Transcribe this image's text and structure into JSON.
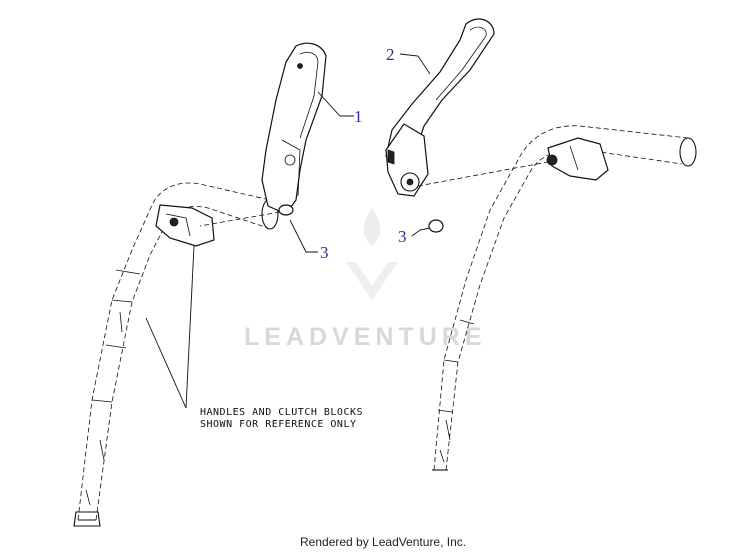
{
  "diagram": {
    "callouts": [
      {
        "id": "1",
        "label": "1"
      },
      {
        "id": "2",
        "label": "2"
      },
      {
        "id": "3a",
        "label": "3"
      },
      {
        "id": "3b",
        "label": "3"
      }
    ],
    "note_line1": "HANDLES AND CLUTCH BLOCKS",
    "note_line2": "SHOWN FOR REFERENCE ONLY",
    "watermark": "LEADVENTURE",
    "footer": "Rendered by LeadVenture, Inc.",
    "callout_color": "#2a2aa8"
  }
}
